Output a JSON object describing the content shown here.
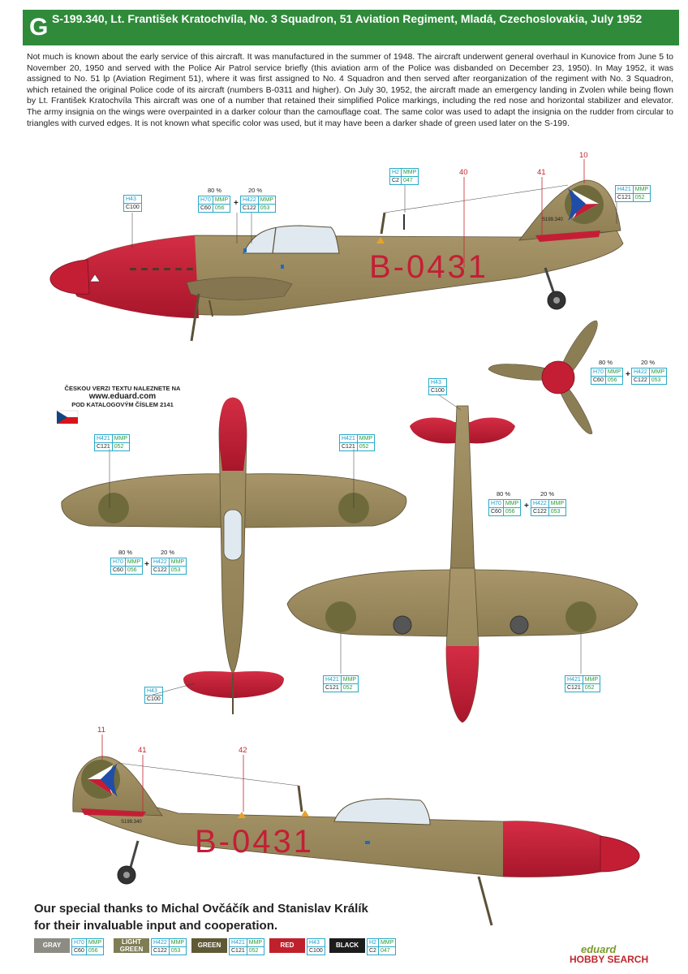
{
  "header": {
    "letter": "G",
    "title": "S-199.340, Lt. František Kratochvíla, No. 3 Squadron, 51 Aviation Regiment, Mladá, Czechoslovakia, July 1952"
  },
  "description": "Not much is known about the early service of this aircraft. It was manufactured in the summer of 1948. The aircraft underwent general overhaul in Kunovice from June 5 to November 20, 1950 and served with the Police Air Patrol service briefly (this aviation arm of the Police was disbanded on December 23, 1950). In May 1952, it was assigned to No. 51 lp (Aviation Regiment 51), where it was first assigned to No. 4 Squadron and then served after reorganization of the regiment with No. 3 Squadron, which retained the original Police code of its aircraft (numbers B-0311 and higher). On July 30, 1952, the aircraft made an emergency landing in Zvolen while being flown by Lt. František Kratochvíla This aircraft was one of a number that retained their simplified Police markings, including the red nose and horizontal stabilizer and elevator. The army insignia on the wings were overpainted in a darker colour than the camouflage coat. The same color was used to adapt the insignia on the rudder from circular to triangles with curved edges. It is not known what specific color was used, but it may have been a darker shade of green used later on the S-199.",
  "czech_note": {
    "line1": "ČESKOU VERZI TEXTU NALEZNETE NA",
    "url": "www.eduard.com",
    "line2": "POD KATALOGOVÝM ČÍSLEM 2141"
  },
  "aircraft": {
    "code": "B-0431",
    "serial": "S199.340"
  },
  "callouts": {
    "c10": "10",
    "c40": "40",
    "c41": "41",
    "c11": "11",
    "c41b": "41",
    "c42": "42"
  },
  "codes": {
    "h43": {
      "h": "H43",
      "c": "C100"
    },
    "h2": {
      "h": "H2",
      "m": "MMP",
      "c": "C2",
      "n": "047"
    },
    "h70": {
      "h": "H70",
      "m": "MMP",
      "c": "C60",
      "n": "056"
    },
    "h422": {
      "h": "H422",
      "m": "MMP",
      "c": "C122",
      "n": "053"
    },
    "h421": {
      "h": "H421",
      "m": "MMP",
      "c": "C121",
      "n": "052"
    },
    "pct80": "80 %",
    "pct20": "20 %",
    "plus": "+"
  },
  "thanks": {
    "line1": "Our special thanks to Michal Ovčáčík and Stanislav Králík",
    "line2": "for their invaluable input and cooperation."
  },
  "legend": [
    {
      "name": "GRAY",
      "h": "H70",
      "m": "MMP",
      "c": "C60",
      "n": "056",
      "color": "#8c8c84"
    },
    {
      "name": "LIGHT GREEN",
      "h": "H422",
      "m": "MMP",
      "c": "C122",
      "n": "053",
      "color": "#7e7d55"
    },
    {
      "name": "GREEN",
      "h": "H421",
      "m": "MMP",
      "c": "C121",
      "n": "052",
      "color": "#5f5a35"
    },
    {
      "name": "RED",
      "h": "H43",
      "m": "",
      "c": "C100",
      "n": "",
      "color": "#c0202c"
    },
    {
      "name": "BLACK",
      "h": "H2",
      "m": "MMP",
      "c": "C2",
      "n": "047",
      "color": "#1c1c1c"
    }
  ],
  "brand": {
    "eduard": "eduard",
    "hobbysearch": "HOBBY SEARCH"
  },
  "colors": {
    "header_green": "#2f8a3a",
    "camouflage": "#9a8a5e",
    "red": "#c41e35",
    "dark_disc": "#6e6a3c"
  }
}
